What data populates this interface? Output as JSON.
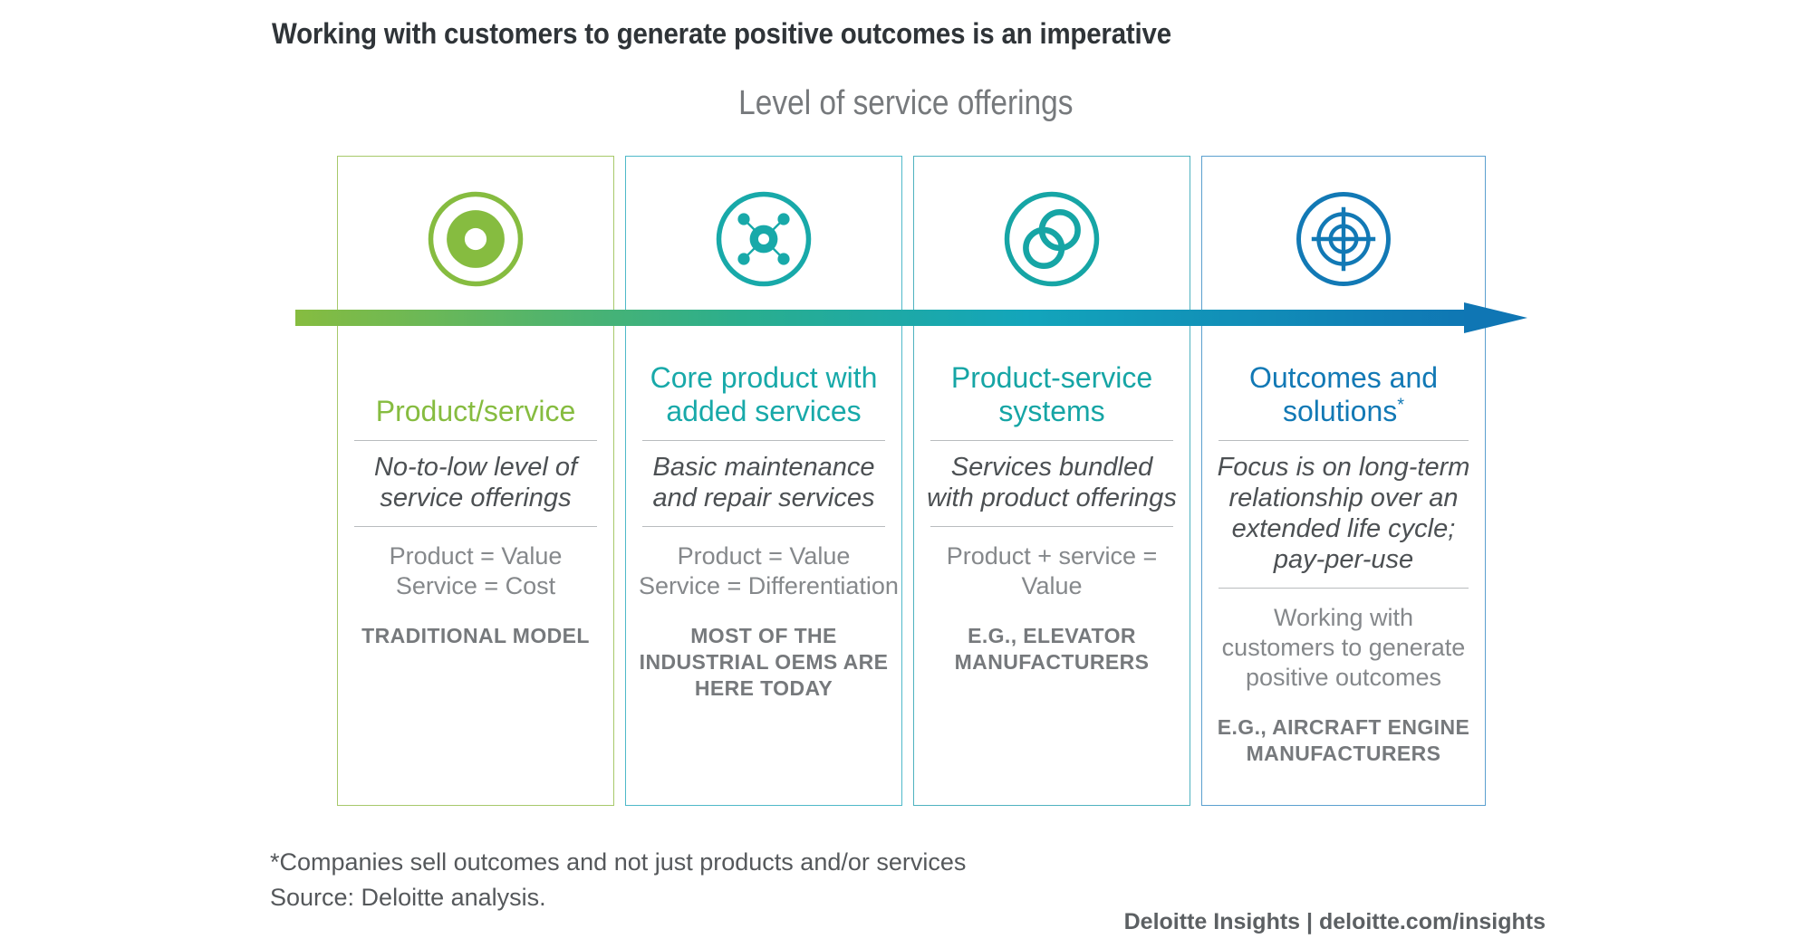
{
  "title": "Working with customers to generate positive outcomes is an imperative",
  "subtitle": "Level of service offerings",
  "arrow": {
    "name": "maturity-progression-arrow",
    "start_color": "#86bc40",
    "mid_color": "#1aa8a8",
    "end_color": "#0f76b4",
    "direction": "left-to-right"
  },
  "columns": [
    {
      "icon": "bullseye-target-icon",
      "color": "#86bc40",
      "border_color": "#a7c96a",
      "heading": "Product/service",
      "heading_note": "",
      "description": "No-to-low level of service offerings",
      "equation": "Product = Value\nService = Cost",
      "equation_line1": "Product = Value",
      "equation_line2": "Service = Cost",
      "example": "TRADITIONAL MODEL",
      "extra": ""
    },
    {
      "icon": "network-hub-icon",
      "color": "#18a9a9",
      "border_color": "#4fb9c9",
      "heading": "Core product with added services",
      "heading_note": "",
      "description": "Basic maintenance and repair services",
      "equation_line1": "Product = Value",
      "equation_line2": "Service = Differentiation",
      "example": "MOST OF THE INDUSTRIAL OEMS ARE HERE TODAY",
      "extra": ""
    },
    {
      "icon": "interlocking-rings-icon",
      "color": "#16a5a5",
      "border_color": "#4fb2c0",
      "heading": "Product-service systems",
      "heading_note": "",
      "description": "Services bundled with product offerings",
      "equation_line1": "Product + service =",
      "equation_line2": "Value",
      "example": "E.G., ELEVATOR MANUFACTURERS",
      "extra": ""
    },
    {
      "icon": "crosshair-target-icon",
      "color": "#1279b5",
      "border_color": "#5ba0cf",
      "heading": "Outcomes and solutions",
      "heading_note": "*",
      "description": "Focus is on long-term relationship over an extended life cycle; pay-per-use",
      "equation_line1": "",
      "equation_line2": "",
      "extra": "Working with customers to generate positive outcomes",
      "example": "E.G., AIRCRAFT ENGINE MANUFACTURERS"
    }
  ],
  "footnotes": {
    "line1": "*Companies sell outcomes and not just products and/or services",
    "line2": "Source: Deloitte analysis."
  },
  "brand": "Deloitte Insights | deloitte.com/insights"
}
